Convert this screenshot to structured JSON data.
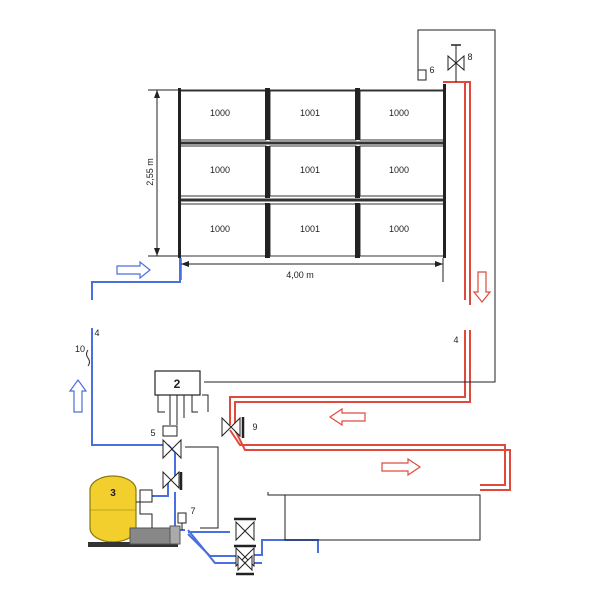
{
  "panels": [
    [
      "1000",
      "1001",
      "1000"
    ],
    [
      "1000",
      "1001",
      "1000"
    ],
    [
      "1000",
      "1001",
      "1000"
    ]
  ],
  "dimensions": {
    "height": "2,55 m",
    "width": "4,00 m"
  },
  "labels": {
    "controller": "2",
    "tank": "3",
    "return_pipe_left": "4",
    "return_pipe_right": "4",
    "valve_5": "5",
    "sensor_6": "6",
    "sensor_7": "7",
    "air_vent_8": "8",
    "valve_9": "9",
    "item_10": "10"
  },
  "colors": {
    "cold_pipe": "#4a6fe0",
    "hot_pipe": "#e04a3c",
    "tank_fill": "#f2cf2c",
    "tank_stroke": "#8a7a10",
    "line": "#222222",
    "panel_fill": "#ffffff",
    "panel_stroke": "#333333"
  }
}
